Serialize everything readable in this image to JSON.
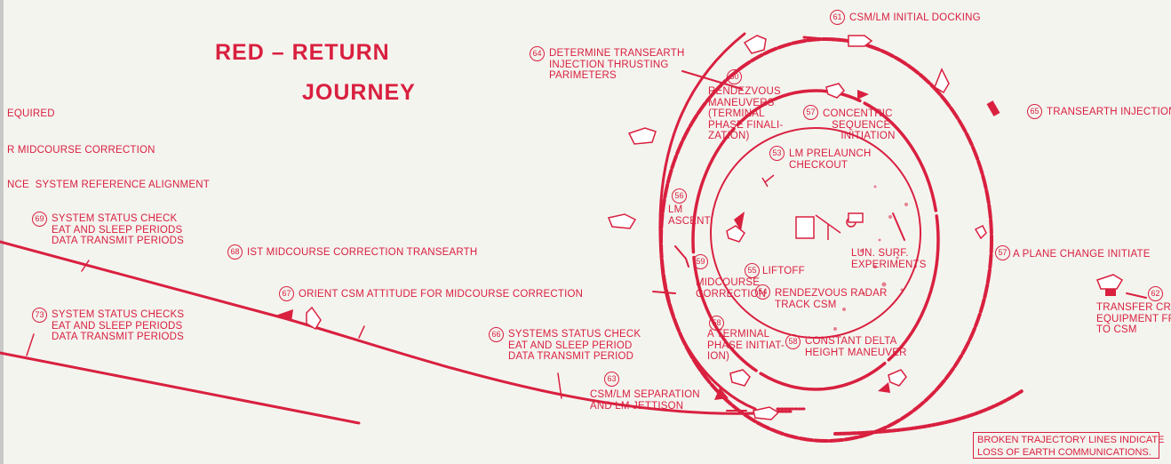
{
  "title": {
    "line1": "RED – RETURN",
    "line2": "JOURNEY"
  },
  "labels": {
    "l53": "LM PRELAUNCH\nCHECKOUT",
    "l54": "RENDEZVOUS RADAR\nTRACK CSM",
    "l55": "LIFTOFF",
    "l56": "LM\nASCENT",
    "l57a": "CONCENTRIC\n   SEQUENCE\n      INITIATION",
    "l57b": "A PLANE CHANGE INITIATE",
    "l58a": "A TERMINAL\nPHASE INITIAT-\nION)",
    "l58b": "CONSTANT DELTA\nHEIGHT MANEUVER",
    "l59": "MIDCOURSE\nCORRECTION",
    "l60": "RENDEZVOUS\nMANEUVERS\n(TERMINAL\nPHASE FINALI-\nZATION)",
    "l61": "CSM/LM INITIAL DOCKING",
    "l62": "TRANSFER CREW AND\nEQUIPMENT FROM LM\nTO CSM",
    "l63": "CSM/LM SEPARATION\nAND LM JETTISON",
    "l64": "DETERMINE TRANSEARTH\nINJECTION THRUSTING\nPARIMETERS",
    "l65": "TRANSEARTH INJECTION",
    "l66": "SYSTEMS STATUS CHECK\nEAT AND SLEEP PERIOD\nDATA TRANSMIT PERIOD",
    "l67": "ORIENT CSM ATTITUDE FOR MIDCOURSE CORRECTION",
    "l68": "IST MIDCOURSE CORRECTION TRANSEARTH",
    "l69": "SYSTEM STATUS CHECK\nEAT AND SLEEP PERIODS\nDATA TRANSMIT PERIODS",
    "l73": "SYSTEM STATUS CHECKS\nEAT AND SLEEP PERIODS\nDATA TRANSMIT PERIODS",
    "lun": "LUN. SURF.\nEXPERIMENTS",
    "cut1": "EQUIRED",
    "cut2": "R MIDCOURSE CORRECTION",
    "cut3": "NCE  SYSTEM REFERENCE ALIGNMENT"
  },
  "numbers": {
    "n53": "53",
    "n54": "54",
    "n55": "55",
    "n56": "56",
    "n57a": "57",
    "n57b": "57",
    "n58a": "58",
    "n58b": "58",
    "n59": "59",
    "n60": "60",
    "n61": "61",
    "n62": "62",
    "n63": "63",
    "n64": "64",
    "n65": "65",
    "n66": "66",
    "n67": "67",
    "n68": "68",
    "n69": "69",
    "n73": "73"
  },
  "note": "BROKEN TRAJECTORY LINES INDICATE\nLOSS OF EARTH COMMUNICATIONS.",
  "colors": {
    "trajectory": "#d9203f",
    "background": "#f4f4ef"
  }
}
